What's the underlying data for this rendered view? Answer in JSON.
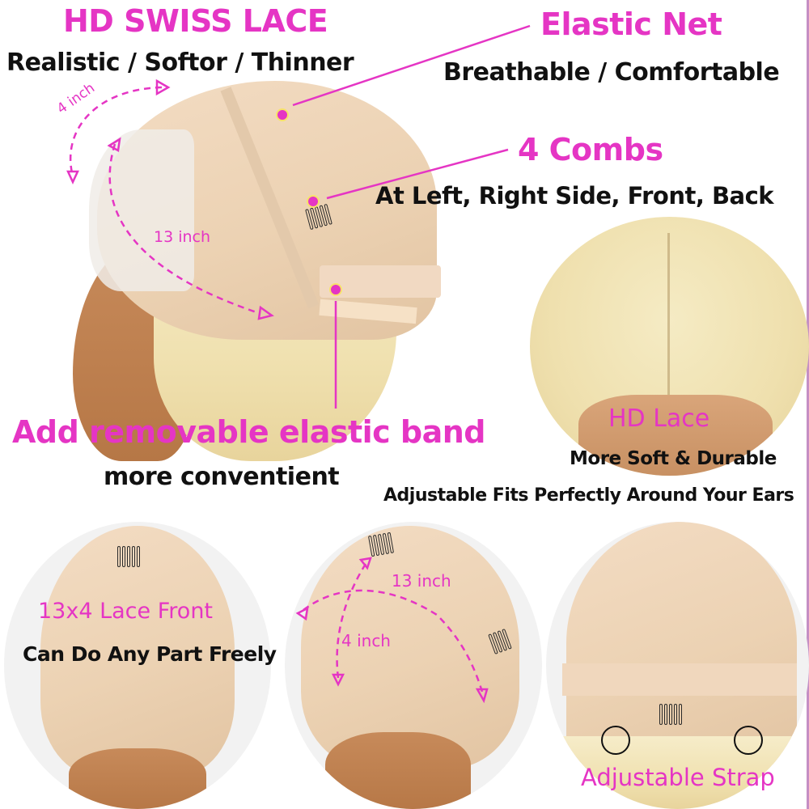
{
  "colors": {
    "accent_pink": "#e535c4",
    "text_black": "#111111",
    "cap_beige": "#ecd2b3",
    "hair_blonde": "#f0e1b0",
    "lace_tan": "#c9956a",
    "border_mauve": "#c58fc4"
  },
  "top_left": {
    "title": "HD SWISS LACE",
    "subtitle": "Realistic / Softor / Thinner"
  },
  "main_panel": {
    "measure_small": "4 inch",
    "measure_large": "13 inch"
  },
  "callouts": {
    "elastic_net": {
      "title": "Elastic Net",
      "subtitle": "Breathable / Comfortable"
    },
    "combs": {
      "title": "4 Combs",
      "subtitle": "At Left, Right Side, Front, Back"
    },
    "elastic_band": {
      "title": "Add removable elastic band",
      "subtitle": "more conventient"
    }
  },
  "hd_lace_panel": {
    "title": "HD Lace",
    "subtitle": "More Soft & Durable"
  },
  "fit_note": "Adjustable Fits Perfectly Around Your Ears",
  "bottom_panels": [
    {
      "title": "13x4 Lace Front",
      "subtitle": "Can Do Any Part Freely"
    },
    {
      "measure_large": "13 inch",
      "measure_small": "4 inch"
    },
    {
      "title": "Adjustable Strap"
    }
  ]
}
